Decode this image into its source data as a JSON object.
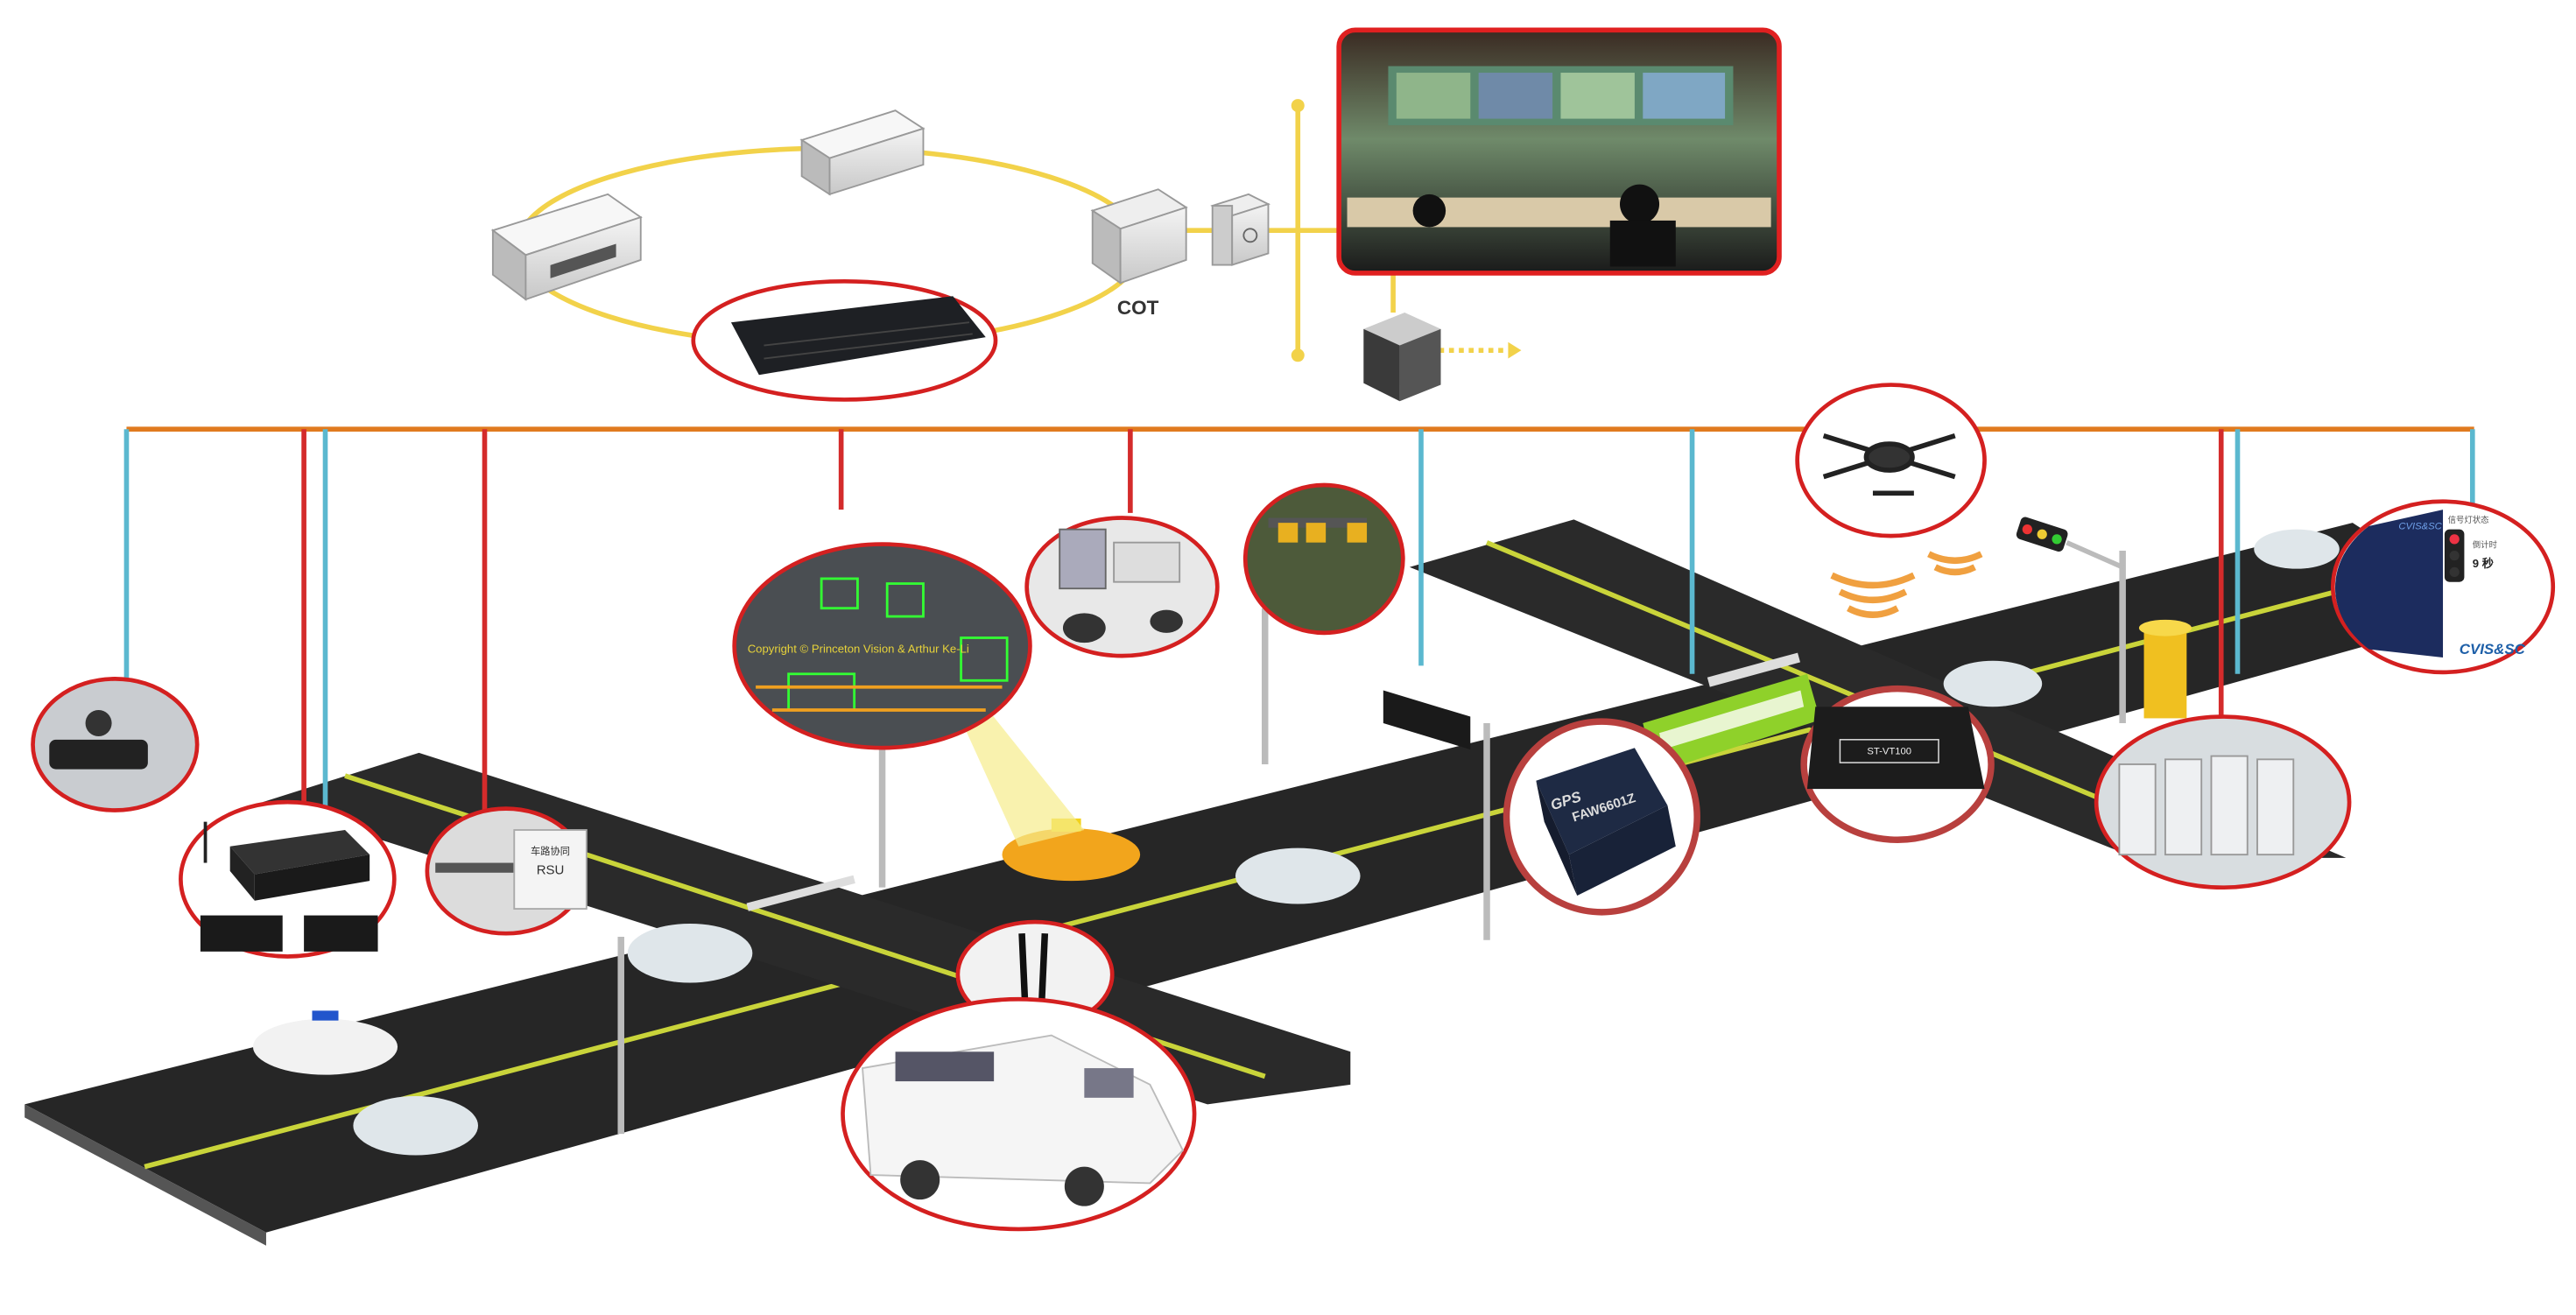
{
  "colors": {
    "bus_line": "#e07a1f",
    "ring": "#f2d24a",
    "drop_blue": "#5bb8cf",
    "drop_red": "#d42b2b",
    "circle_border": "#d42020",
    "road": "#2b2b2b",
    "road_line": "#c9d43a"
  },
  "network": {
    "cot_label": "COT"
  },
  "devices": {
    "gps_brand": "GPS",
    "gps_model": "FAW6601Z",
    "tracker_model": "ST-VT100",
    "rsu_cn": "车路协同",
    "rsu_label": "RSU",
    "cvis_logo": "CVIS&SC",
    "signal_title": "信号灯状态",
    "countdown_label": "倒计时",
    "countdown_value": "9 秒",
    "camera_copyright": "Copyright © Princeton Vision & Arthur Ke-Li"
  }
}
